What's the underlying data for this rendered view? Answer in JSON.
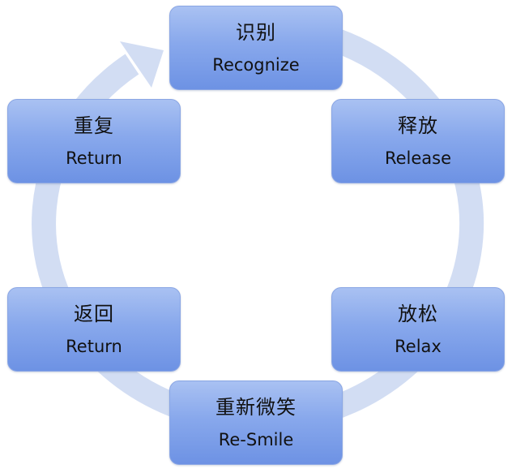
{
  "ring": {
    "color": "#d2ddf3",
    "arrow_icon": "cycle-arrow-head"
  },
  "box_colors": {
    "top": "#a9c1f2",
    "bottom": "#6d92e4",
    "border": "#8aa6e4"
  },
  "steps": [
    {
      "zh": "识别",
      "en": "Recognize"
    },
    {
      "zh": "释放",
      "en": "Release"
    },
    {
      "zh": "放松",
      "en": "Relax"
    },
    {
      "zh": "重新微笑",
      "en": "Re-Smile"
    },
    {
      "zh": "返回",
      "en": "Return"
    },
    {
      "zh": "重复",
      "en": "Return"
    }
  ]
}
